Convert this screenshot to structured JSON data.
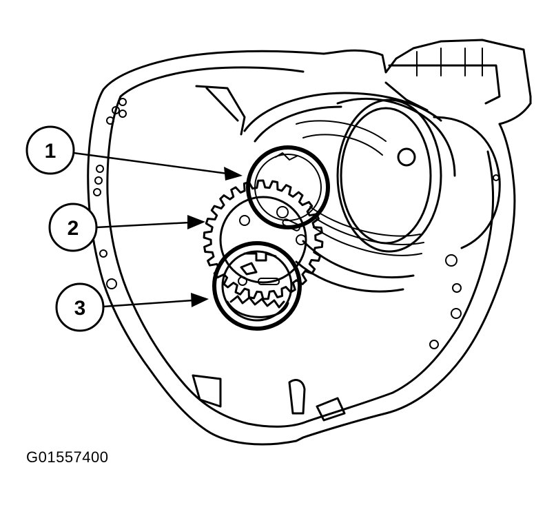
{
  "figure_id": "G01557400",
  "callouts": [
    {
      "number": "1"
    },
    {
      "number": "2"
    },
    {
      "number": "3"
    }
  ]
}
